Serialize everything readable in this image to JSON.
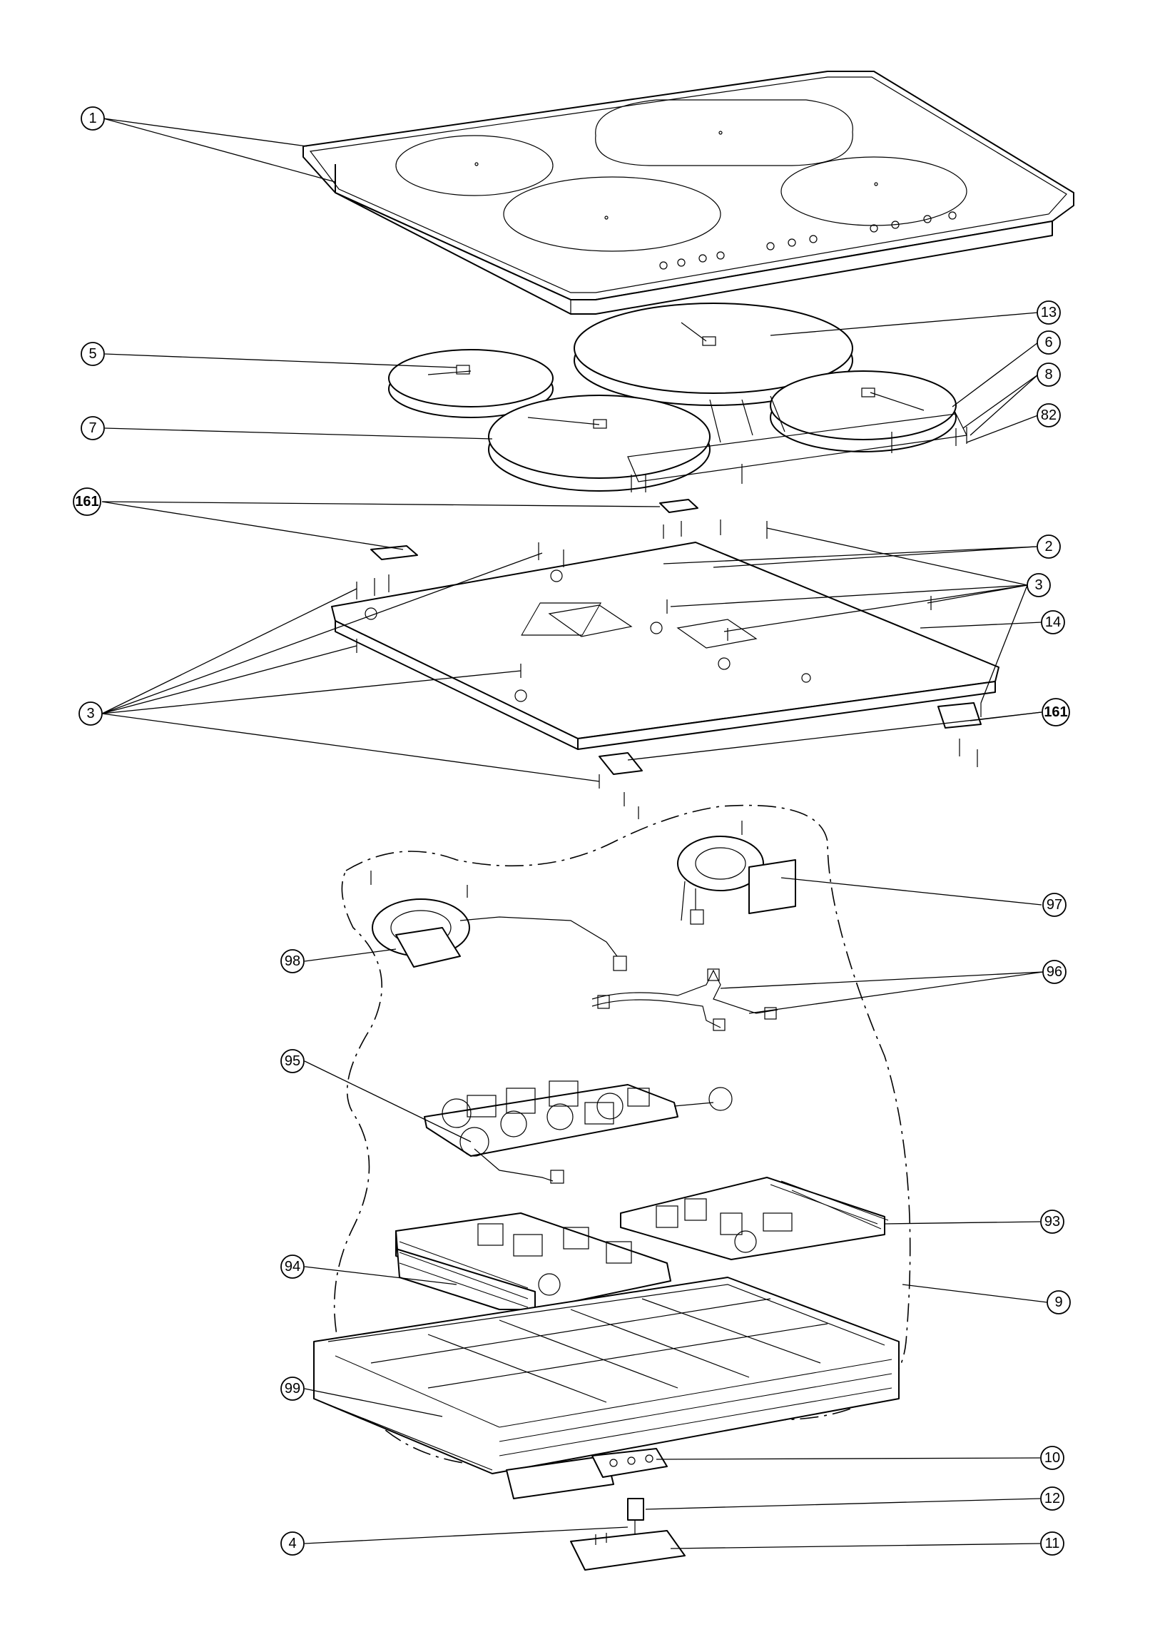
{
  "callouts": [
    {
      "id": "c1",
      "label": "1"
    },
    {
      "id": "c13",
      "label": "13"
    },
    {
      "id": "c5",
      "label": "5"
    },
    {
      "id": "c6",
      "label": "6"
    },
    {
      "id": "c8",
      "label": "8"
    },
    {
      "id": "c82",
      "label": "82"
    },
    {
      "id": "c7",
      "label": "7"
    },
    {
      "id": "c161a",
      "label": "161"
    },
    {
      "id": "c2",
      "label": "2"
    },
    {
      "id": "c3a",
      "label": "3"
    },
    {
      "id": "c14",
      "label": "14"
    },
    {
      "id": "c3b",
      "label": "3"
    },
    {
      "id": "c161b",
      "label": "161"
    },
    {
      "id": "c97",
      "label": "97"
    },
    {
      "id": "c98",
      "label": "98"
    },
    {
      "id": "c96",
      "label": "96"
    },
    {
      "id": "c95",
      "label": "95"
    },
    {
      "id": "c93",
      "label": "93"
    },
    {
      "id": "c94",
      "label": "94"
    },
    {
      "id": "c9",
      "label": "9"
    },
    {
      "id": "c99",
      "label": "99"
    },
    {
      "id": "c10",
      "label": "10"
    },
    {
      "id": "c12",
      "label": "12"
    },
    {
      "id": "c4",
      "label": "4"
    },
    {
      "id": "c11",
      "label": "11"
    }
  ]
}
